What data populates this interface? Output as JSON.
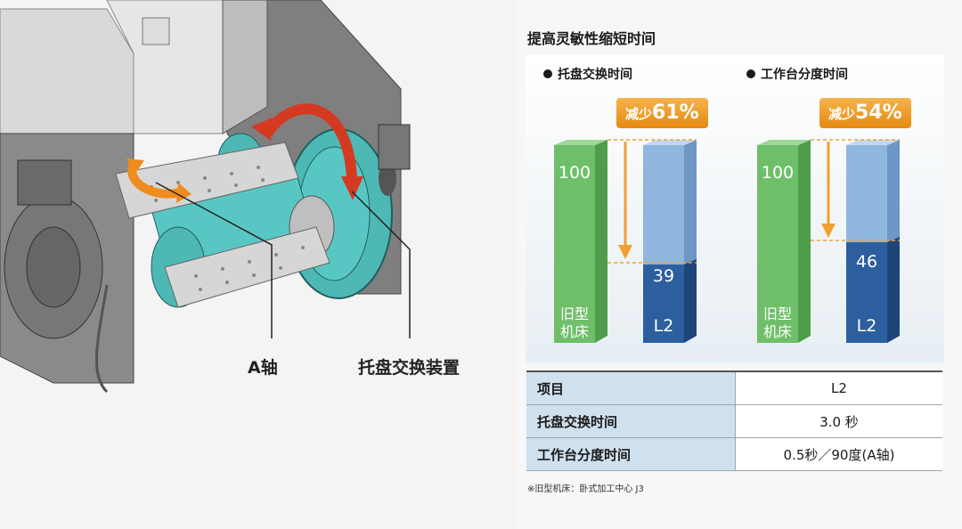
{
  "panel_title": "提高灵敏性缩短时间",
  "callouts": {
    "a_axis": "A轴",
    "pallet_changer": "托盘交换装置"
  },
  "charts": [
    {
      "heading": "托盘交换时间",
      "badge_prefix": "减少",
      "badge_value": "61%",
      "old_value": "100",
      "new_value": "39",
      "old_label_line1": "旧型",
      "old_label_line2": "机床",
      "new_label": "L2",
      "old_fraction": 1.0,
      "new_fraction": 0.39
    },
    {
      "heading": "工作台分度时间",
      "badge_prefix": "减少",
      "badge_value": "54%",
      "old_value": "100",
      "new_value": "46",
      "old_label_line1": "旧型",
      "old_label_line2": "机床",
      "new_label": "L2",
      "old_fraction": 1.0,
      "new_fraction": 0.46
    }
  ],
  "table": {
    "rows": [
      {
        "key": "项目",
        "value": "L2"
      },
      {
        "key": "托盘交换时间",
        "value": "3.0 秒"
      },
      {
        "key": "工作台分度时间",
        "value": "0.5秒／90度(A轴)"
      }
    ]
  },
  "footnote": "※旧型机床：卧式加工中心 J3",
  "colors": {
    "green_bar": "#6fbf6a",
    "blue_bar_light": "#8fb6dc",
    "blue_bar_dark": "#2d5f9e",
    "orange": "#f0a030",
    "cyan_part": "#58c7c4",
    "table_key_bg": "#cfe0ee"
  }
}
